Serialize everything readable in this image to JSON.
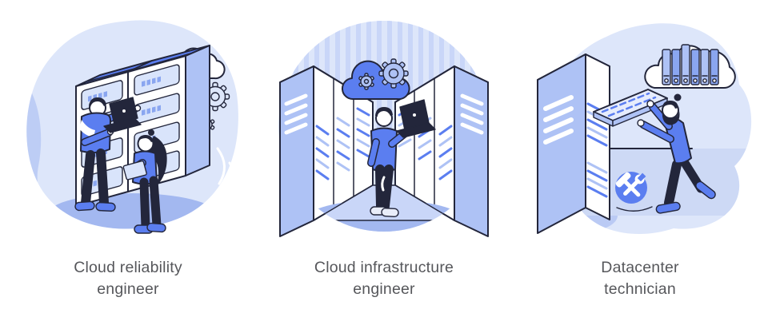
{
  "panels": [
    {
      "id": "cloud-reliability-engineer",
      "caption": [
        "Cloud reliability",
        "engineer"
      ]
    },
    {
      "id": "cloud-infrastructure-engineer",
      "caption": [
        "Cloud infrastructure",
        "engineer"
      ]
    },
    {
      "id": "datacenter-technician",
      "caption": [
        "Datacenter",
        "technician"
      ]
    }
  ],
  "icons": {
    "cloud-icon": "cloud outline",
    "gear-icon": "cog gear outline",
    "cloud-gears-icon": "blue cloud with gears",
    "cloud-storage-icon": "cloud containing server binders",
    "hammer-wrench-badge-icon": "blue circle with crossed white hammer and wrench"
  },
  "palette": {
    "accent": "#5b7ef0",
    "light": "#aec2f5",
    "pale": "#dde6fa",
    "mid": "#a3b8f0",
    "stripe": "#c9d6f8",
    "slot": "#d9e4fb",
    "pill": "#8aa6f0",
    "tray": "#e6ecfc",
    "sneaker": "#e9edf9",
    "ink": "#23263b",
    "text": "#56575b"
  }
}
